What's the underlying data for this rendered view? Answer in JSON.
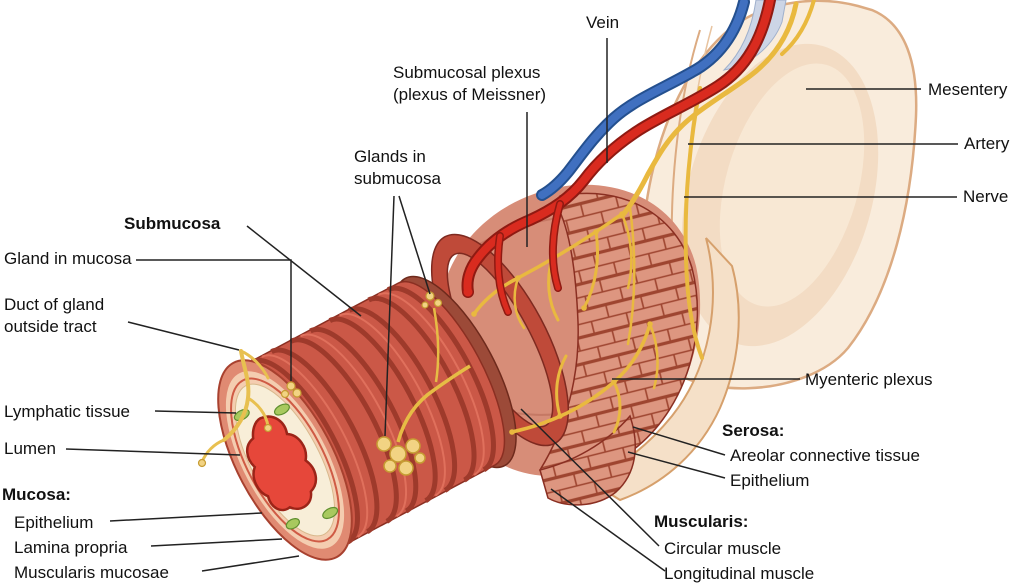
{
  "labels": {
    "vein": "Vein",
    "submucosal_plexus": "Submucosal plexus\n(plexus of Meissner)",
    "glands_in_submucosa": "Glands in\nsubmucosa",
    "submucosa": "Submucosa",
    "gland_in_mucosa": "Gland in mucosa",
    "duct_of_gland_outside_tract": "Duct of gland\noutside tract",
    "lymphatic_tissue": "Lymphatic tissue",
    "lumen": "Lumen",
    "mucosa_heading": "Mucosa:",
    "mucosa_epithelium": "Epithelium",
    "lamina_propria": "Lamina propria",
    "muscularis_mucosae": "Muscularis mucosae",
    "mesentery": "Mesentery",
    "artery": "Artery",
    "nerve": "Nerve",
    "myenteric_plexus": "Myenteric plexus",
    "serosa_heading": "Serosa:",
    "serosa_areolar": "Areolar connective tissue",
    "serosa_epithelium": "Epithelium",
    "muscularis_heading": "Muscularis:",
    "circular_muscle": "Circular muscle",
    "longitudinal_muscle": "Longitudinal muscle"
  },
  "colors": {
    "artery": "#d92b1f",
    "vein": "#4070c0",
    "nerve": "#e9b93f",
    "serosa": "#f9ecdc",
    "muscle": "#cb5847",
    "lumen": "#e6473a",
    "lymph": "#a8c95e"
  }
}
